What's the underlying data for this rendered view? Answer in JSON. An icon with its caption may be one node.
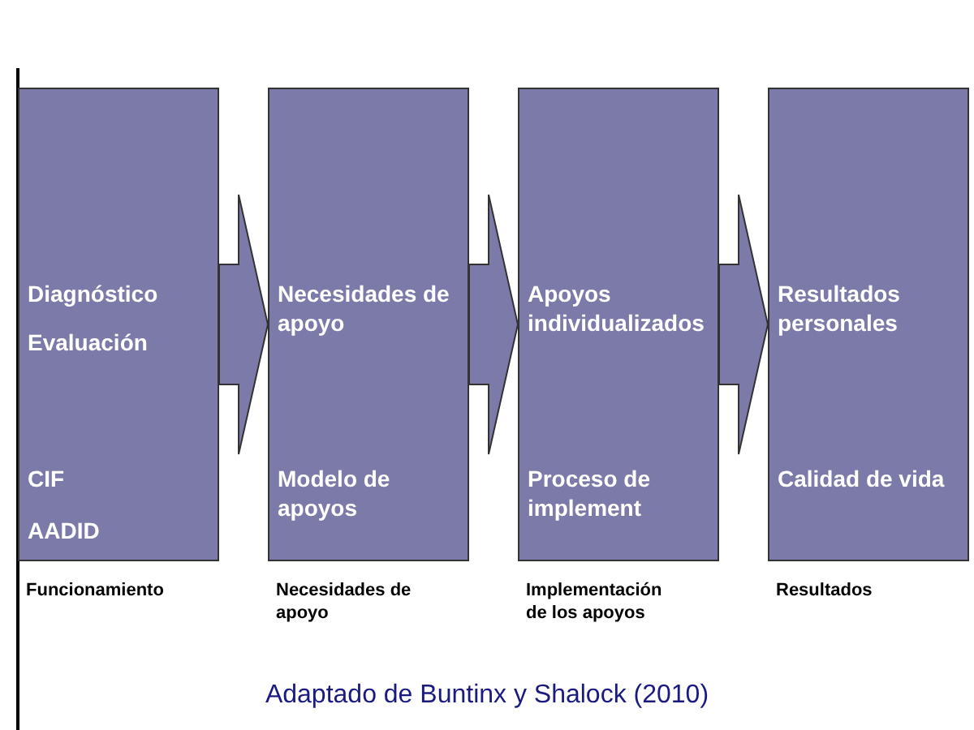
{
  "diagram": {
    "caption": "Adaptado de Buntinx y Shalock (2010)",
    "nodes": [
      {
        "text": [
          "Diagnóstico",
          "Evaluación",
          "CIF",
          "AADID"
        ],
        "beside": [
          "Funcionamiento"
        ]
      },
      {
        "text": [
          "Necesidades de apoyo",
          "Modelo de apoyos"
        ],
        "beside": [
          "Necesidades de apoyo"
        ]
      },
      {
        "text": [
          "Apoyos individualizados",
          "Proceso de implement"
        ],
        "beside": [
          "Implementación de los apoyos"
        ]
      },
      {
        "text": [
          "Resultados personales",
          "Calidad de vida"
        ],
        "beside": [
          "Resultados"
        ]
      }
    ],
    "edges": [
      {
        "from": 0,
        "to": 1,
        "arrow": "to"
      },
      {
        "from": 1,
        "to": 2,
        "arrow": "to"
      },
      {
        "from": 2,
        "to": 3,
        "arrow": "to"
      }
    ]
  }
}
